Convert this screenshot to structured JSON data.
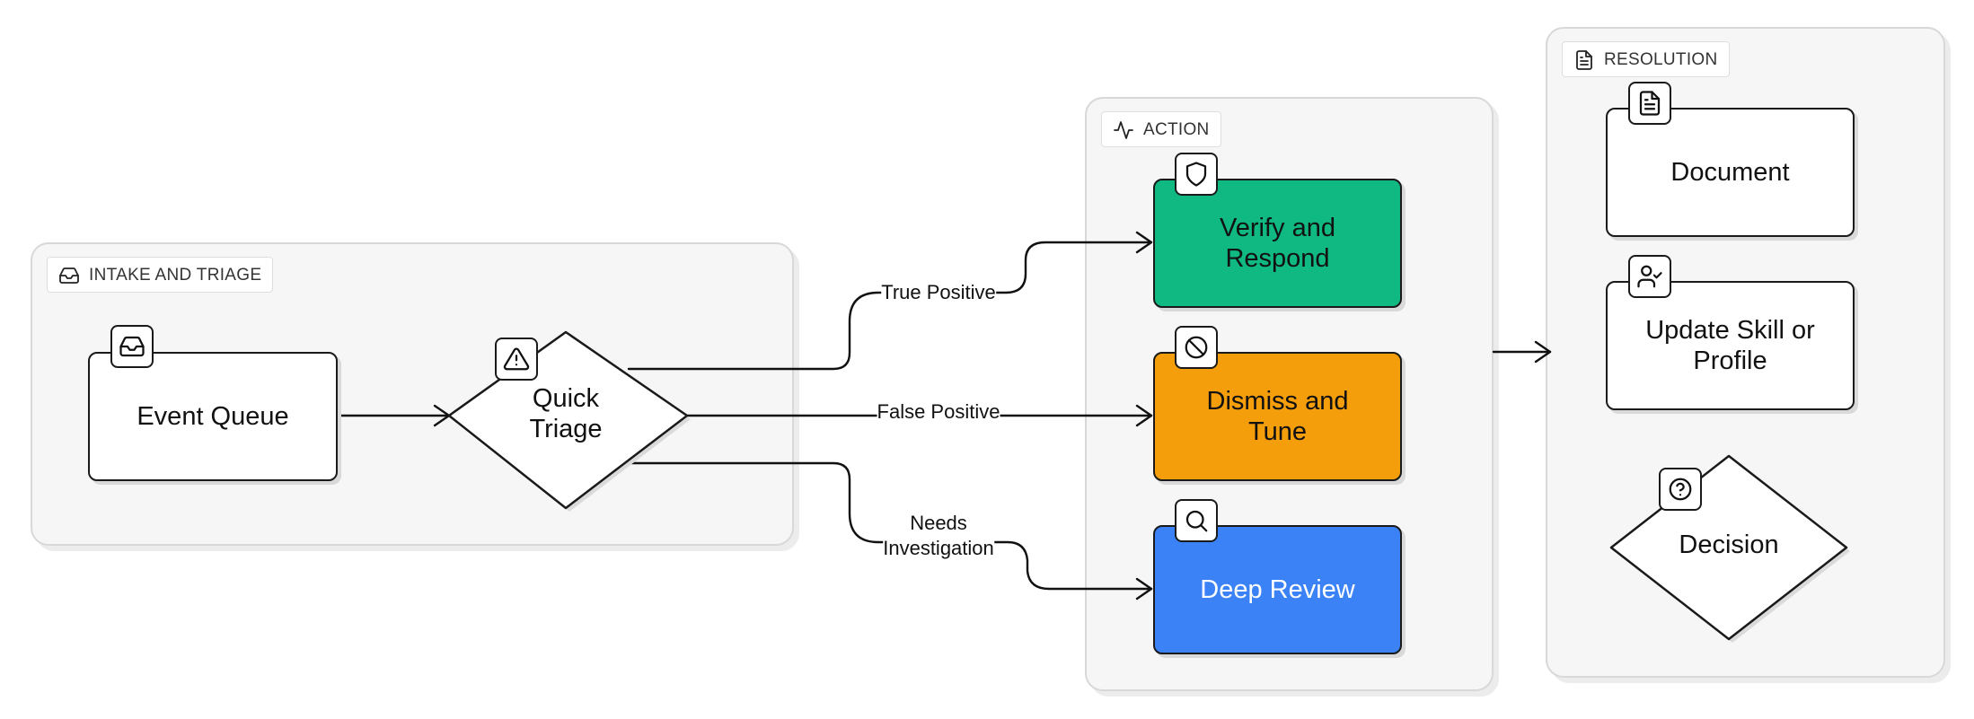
{
  "groups": {
    "intake": {
      "label": "INTAKE AND TRIAGE",
      "icon": "inbox-icon"
    },
    "action": {
      "label": "ACTION",
      "icon": "activity-icon"
    },
    "resolution": {
      "label": "RESOLUTION",
      "icon": "document-icon"
    }
  },
  "nodes": {
    "event_queue": {
      "label": "Event Queue",
      "icon": "inbox-icon",
      "color": "#ffffff"
    },
    "quick_triage": {
      "label_line1": "Quick",
      "label_line2": "Triage",
      "icon": "warning-icon",
      "color": "#ffffff"
    },
    "verify": {
      "label_line1": "Verify and",
      "label_line2": "Respond",
      "icon": "shield-icon",
      "color": "#10b981"
    },
    "dismiss": {
      "label_line1": "Dismiss and",
      "label_line2": "Tune",
      "icon": "ban-icon",
      "color": "#f59e0b"
    },
    "deep_review": {
      "label": "Deep Review",
      "icon": "search-icon",
      "color": "#3b82f6"
    },
    "document": {
      "label": "Document",
      "icon": "document-icon",
      "color": "#ffffff"
    },
    "update": {
      "label_line1": "Update Skill or",
      "label_line2": "Profile",
      "icon": "user-check-icon",
      "color": "#ffffff"
    },
    "decision": {
      "label": "Decision",
      "icon": "question-icon",
      "color": "#ffffff"
    }
  },
  "edges": {
    "true_positive": "True Positive",
    "false_positive": "False Positive",
    "needs_line1": "Needs",
    "needs_line2": "Investigation"
  }
}
